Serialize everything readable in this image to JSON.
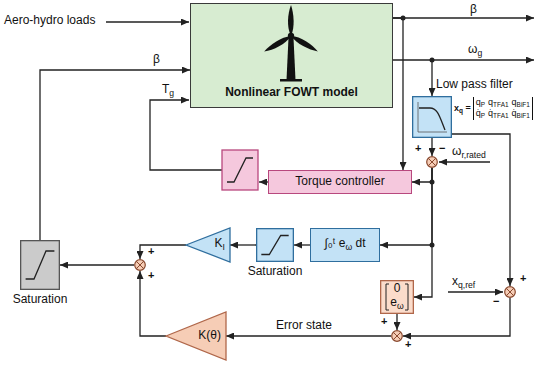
{
  "diagram": {
    "nodes": [
      {
        "text": [
          "Nonlinear FOWT model"
        ]
      },
      {
        "text": [
          "Low pass filter"
        ]
      },
      {
        "text": [
          "+",
          "−"
        ]
      },
      {
        "text": [
          "Torque controller"
        ]
      },
      {
        "text": [
          "∫₀ᵗ eω dt"
        ]
      },
      {
        "text": [
          "Saturation"
        ]
      },
      {
        "text": [
          "KI"
        ]
      },
      {
        "text": [
          "+",
          "+"
        ]
      },
      {
        "text": [
          "Saturation"
        ]
      },
      {
        "text": [
          "K(θ)"
        ]
      },
      {
        "text": [
          "0",
          "eω"
        ]
      },
      {
        "text": [
          "+",
          "+"
        ]
      },
      {
        "text": [
          "+",
          "−"
        ]
      }
    ],
    "edges": [
      {
        "from": 0,
        "to": 1,
        "arrow": "to"
      },
      {
        "from": 1,
        "to": 2,
        "arrow": "to"
      },
      {
        "from": 2,
        "to": 3,
        "arrow": "to"
      },
      {
        "from": 2,
        "to": 4,
        "arrow": "to"
      },
      {
        "from": 4,
        "to": 5,
        "arrow": "to"
      },
      {
        "from": 5,
        "to": 6,
        "arrow": "to"
      },
      {
        "from": 6,
        "to": 7,
        "arrow": "to"
      },
      {
        "from": 7,
        "to": 8,
        "arrow": "to"
      },
      {
        "from": 8,
        "to": 0,
        "arrow": "to"
      },
      {
        "from": 2,
        "to": 10,
        "arrow": "to"
      },
      {
        "from": 10,
        "to": 11,
        "arrow": "to"
      },
      {
        "from": 12,
        "to": 11,
        "arrow": "to"
      },
      {
        "from": 11,
        "to": 9,
        "arrow": "to"
      },
      {
        "from": 9,
        "to": 7,
        "arrow": "to"
      },
      {
        "from": 1,
        "to": 12,
        "arrow": "to"
      },
      {
        "from": 0,
        "to": 3,
        "arrow": "to"
      }
    ],
    "labels": [
      "Aero-hydro loads",
      "β",
      "Tg",
      "β",
      "ωg",
      "ωr,rated",
      "xq =",
      "qP",
      "qTFA1",
      "qBiF1",
      "q̇P",
      "q̇TFA1",
      "q̇BiF1",
      "xq,ref",
      "Error state"
    ]
  }
}
